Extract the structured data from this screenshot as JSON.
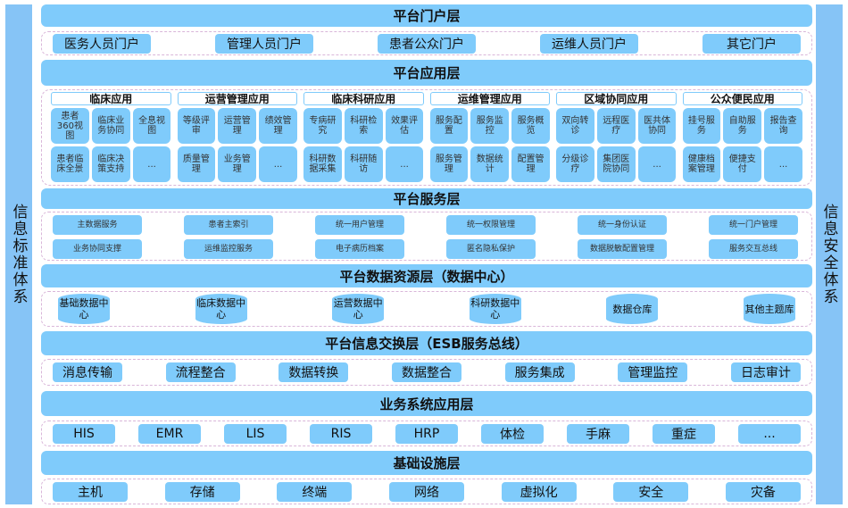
{
  "sides": {
    "left": "信息标准体系",
    "right": "信息安全体系"
  },
  "portal": {
    "title": "平台门户层",
    "items": [
      "医务人员门户",
      "管理人员门户",
      "患者公众门户",
      "运维人员门户",
      "其它门户"
    ]
  },
  "application": {
    "title": "平台应用层",
    "groups": [
      {
        "name": "临床应用",
        "items": [
          "患者360视图",
          "临床业务协同",
          "全息视图",
          "患者临床全景",
          "临床决策支持",
          "..."
        ]
      },
      {
        "name": "运营管理应用",
        "items": [
          "等级评审",
          "运营管理",
          "绩效管理",
          "质量管理",
          "业务管理",
          "..."
        ]
      },
      {
        "name": "临床科研应用",
        "items": [
          "专病研究",
          "科研检索",
          "效果评估",
          "科研数据采集",
          "科研随访",
          "..."
        ]
      },
      {
        "name": "运维管理应用",
        "items": [
          "服务配置",
          "服务监控",
          "服务概览",
          "服务管理",
          "数据统计",
          "配置管理"
        ]
      },
      {
        "name": "区域协同应用",
        "items": [
          "双向转诊",
          "远程医疗",
          "医共体协同",
          "分级诊疗",
          "集团医院协同",
          "..."
        ]
      },
      {
        "name": "公众便民应用",
        "items": [
          "挂号服务",
          "自助服务",
          "报告查询",
          "健康档案管理",
          "便捷支付",
          "..."
        ]
      }
    ]
  },
  "service": {
    "title": "平台服务层",
    "items": [
      "主数据服务",
      "患者主索引",
      "统一用户管理",
      "统一权限管理",
      "统一身份认证",
      "统一门户管理",
      "业务协同支撑",
      "运维监控服务",
      "电子病历档案",
      "匿名隐私保护",
      "数据脱敏配置管理",
      "服务交互总线"
    ]
  },
  "data": {
    "title": "平台数据资源层（数据中心）",
    "items": [
      "基础数据中心",
      "临床数据中心",
      "运营数据中心",
      "科研数据中心",
      "数据仓库",
      "其他主题库"
    ]
  },
  "esb": {
    "title": "平台信息交换层（ESB服务总线）",
    "items": [
      "消息传输",
      "流程整合",
      "数据转换",
      "数据整合",
      "服务集成",
      "管理监控",
      "日志审计"
    ]
  },
  "business": {
    "title": "业务系统应用层",
    "items": [
      "HIS",
      "EMR",
      "LIS",
      "RIS",
      "HRP",
      "体检",
      "手麻",
      "重症",
      "..."
    ]
  },
  "infra": {
    "title": "基础设施层",
    "items": [
      "主机",
      "存储",
      "终端",
      "网络",
      "虚拟化",
      "安全",
      "灾备"
    ]
  }
}
